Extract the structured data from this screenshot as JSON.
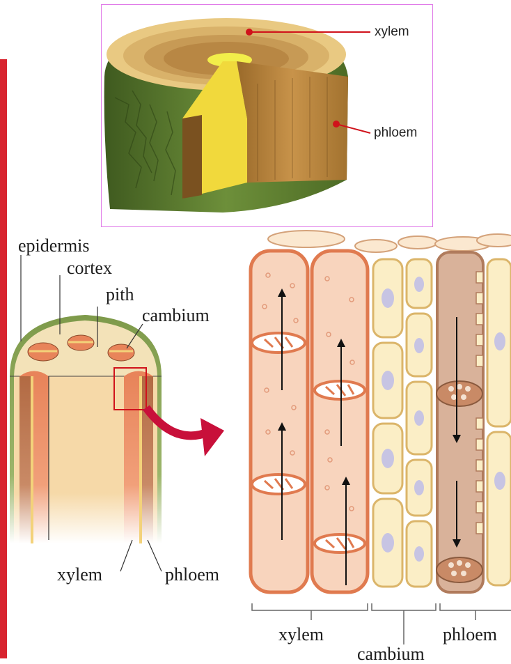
{
  "stem_3d": {
    "labels": {
      "xylem": "xylem",
      "phloem": "phloem"
    }
  },
  "stem_section": {
    "labels": {
      "epidermis": "epidermis",
      "cortex": "cortex",
      "pith": "pith",
      "cambium": "cambium",
      "xylem": "xylem",
      "phloem": "phloem"
    }
  },
  "tissue_detail": {
    "labels": {
      "xylem": "xylem",
      "cambium": "cambium",
      "phloem": "phloem"
    }
  },
  "colors": {
    "leader_red": "#d0121b",
    "accent_bar": "#d8242f",
    "arrow_crimson": "#c8103a",
    "xylem_orange": "#e8845a",
    "cambium_yellow": "#f3d27a",
    "phloem_tan": "#c98a66",
    "bark_green": "#6d8f3a"
  }
}
